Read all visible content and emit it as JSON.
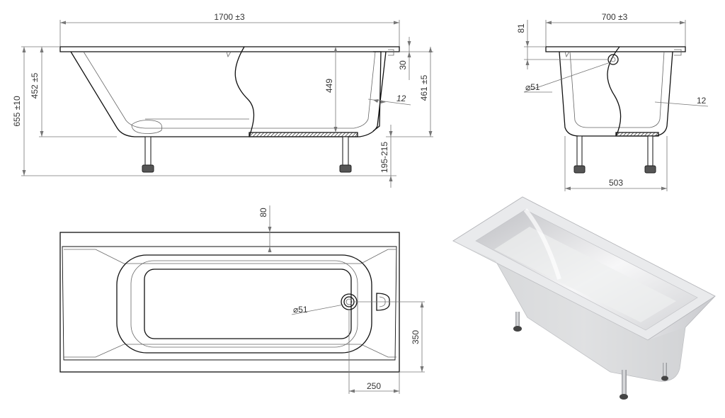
{
  "side_view": {
    "overall_length": "1700 ±3",
    "total_height": "655 ±10",
    "tub_height": "452 ±5",
    "inner_depth": "449",
    "rim_offset": "30",
    "outer_height": "461 ±5",
    "wall_thickness": "12",
    "leg_height": "195-215"
  },
  "end_view": {
    "width": "700 ±3",
    "rim_height": "81",
    "drain_diameter": "⌀51",
    "wall_thickness": "12",
    "base_width": "503"
  },
  "top_view": {
    "rim_offset": "80",
    "drain_diameter": "⌀51",
    "drain_from_side": "350",
    "drain_from_end": "250"
  }
}
